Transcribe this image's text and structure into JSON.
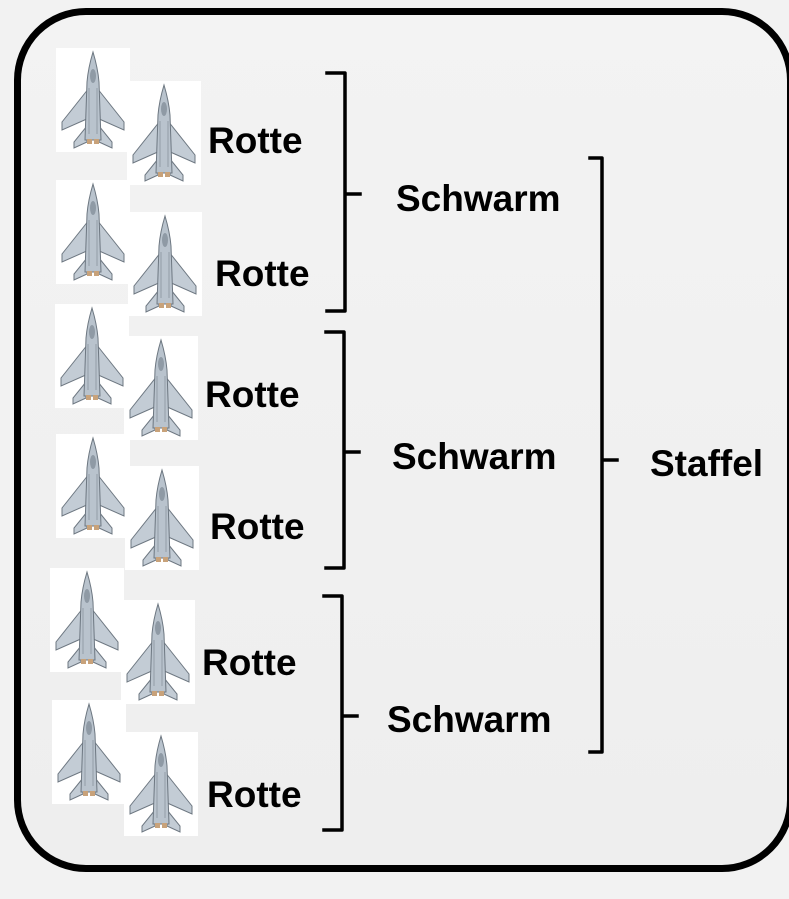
{
  "labels": {
    "rotte_1": "Rotte",
    "rotte_2": "Rotte",
    "rotte_3": "Rotte",
    "rotte_4": "Rotte",
    "rotte_5": "Rotte",
    "rotte_6": "Rotte",
    "schwarm_1": "Schwarm",
    "schwarm_2": "Schwarm",
    "schwarm_3": "Schwarm",
    "staffel": "Staffel"
  },
  "icons": {
    "jet": "fighter-jet-icon"
  },
  "colors": {
    "background": "#f2f2f2",
    "frame_border": "#000000",
    "jet_body": "#b9c3cd",
    "jet_outline": "#6d7781",
    "jet_nozzle": "#c8a27a"
  }
}
